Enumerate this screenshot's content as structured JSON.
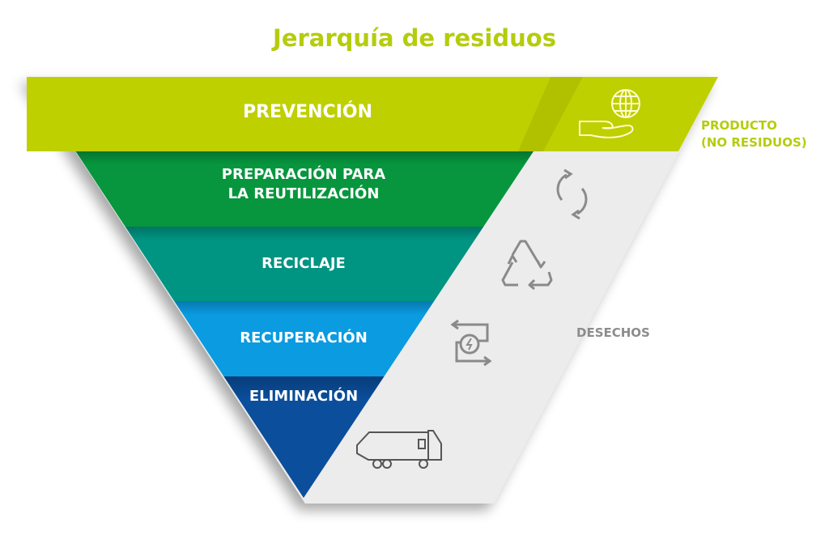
{
  "title": "Jerarquía de residuos",
  "levels": [
    {
      "label": "PREVENCIÓN",
      "color": "#bfd000",
      "icon": "hand-globe-icon"
    },
    {
      "label_line1": "PREPARACIÓN PARA",
      "label_line2": "LA REUTILIZACIÓN",
      "color": "#07963d",
      "icon": "refresh-arrows-icon"
    },
    {
      "label": "RECICLAJE",
      "color": "#009482",
      "icon": "recycle-triangle-icon"
    },
    {
      "label": "RECUPERACIÓN",
      "color": "#0a9be0",
      "icon": "energy-recovery-icon"
    },
    {
      "label": "ELIMINACIÓN",
      "color": "#0a4e9c",
      "icon": "garbage-truck-icon"
    }
  ],
  "side_labels": {
    "producto_line1": "PRODUCTO",
    "producto_line2": "(NO RESIDUOS)",
    "producto_color": "#b5cc0c",
    "desechos": "DESECHOS",
    "desechos_color": "#8c8c8c"
  },
  "colors": {
    "gray_panel": "#ececec",
    "icon_gray": "#8a8a8a",
    "truck_stroke": "#555555"
  }
}
